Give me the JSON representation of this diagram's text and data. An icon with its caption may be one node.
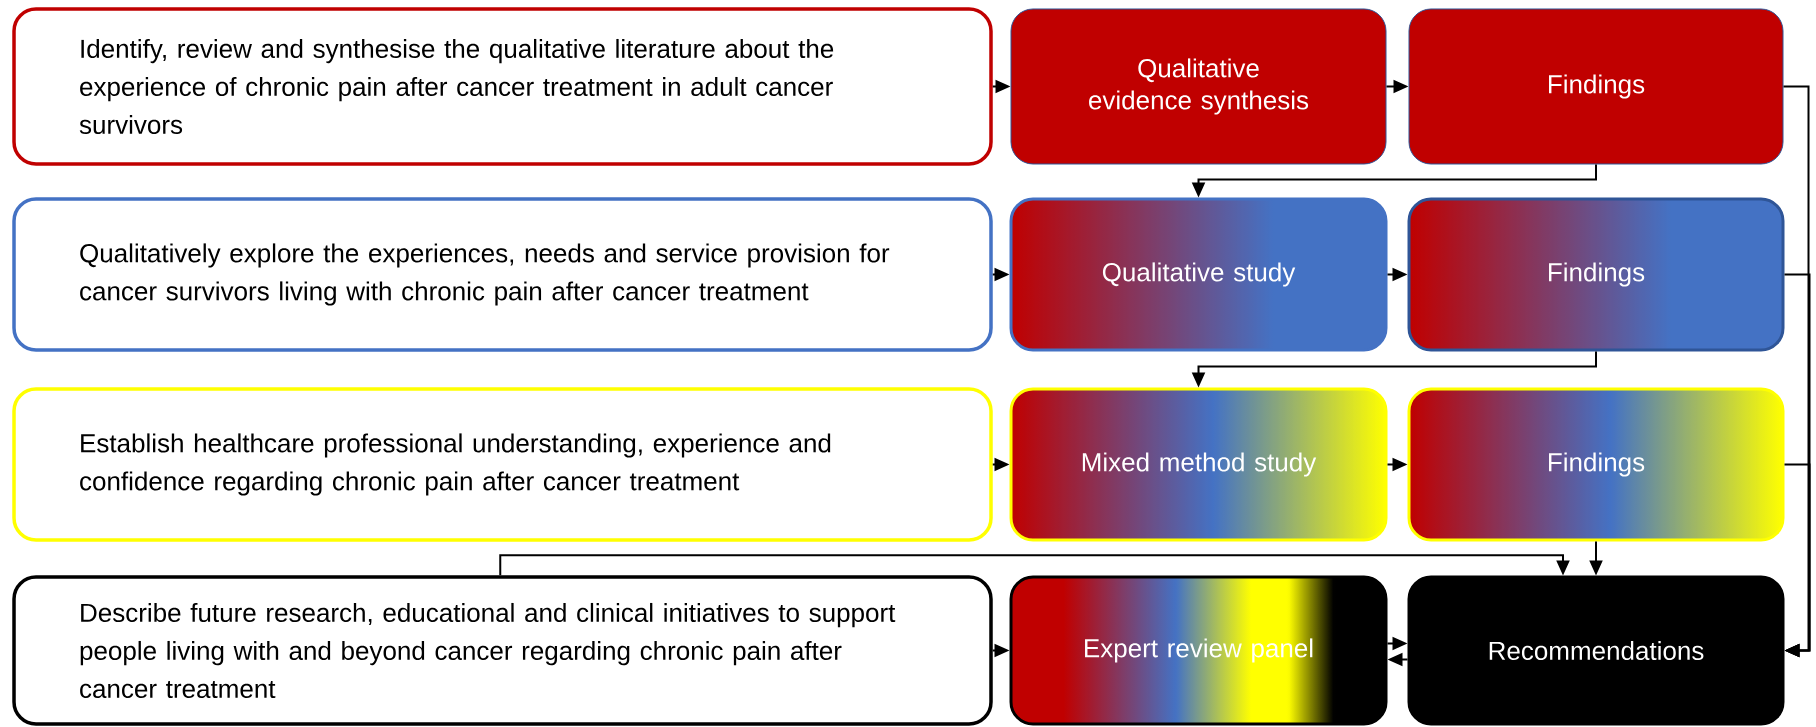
{
  "diagram": {
    "nodes": [
      {
        "text": [
          "Identify, review and synthesise the qualitative literature about the experience of chronic pain after cancer treatment in adult cancer survivors"
        ]
      },
      {
        "text": [
          "Qualitative evidence synthesis"
        ]
      },
      {
        "text": [
          "Findings"
        ]
      },
      {
        "text": [
          "Qualitatively explore the experiences, needs and service provision for cancer survivors living with chronic pain after cancer treatment"
        ]
      },
      {
        "text": [
          "Qualitative study"
        ]
      },
      {
        "text": [
          "Findings"
        ]
      },
      {
        "text": [
          "Establish healthcare professional understanding, experience and confidence regarding chronic pain after cancer treatment"
        ]
      },
      {
        "text": [
          "Mixed method study"
        ]
      },
      {
        "text": [
          "Findings"
        ]
      },
      {
        "text": [
          "Describe future research, educational and clinical initiatives to support people living with and beyond cancer regarding chronic pain after cancer treatment"
        ]
      },
      {
        "text": [
          "Expert review panel"
        ]
      },
      {
        "text": [
          "Recommendations"
        ]
      }
    ],
    "edges": [
      {
        "from": 0,
        "to": 1,
        "arrow": "to"
      },
      {
        "from": 1,
        "to": 2,
        "arrow": "to"
      },
      {
        "from": 2,
        "to": 4,
        "arrow": "to"
      },
      {
        "from": 3,
        "to": 4,
        "arrow": "to"
      },
      {
        "from": 4,
        "to": 5,
        "arrow": "to"
      },
      {
        "from": 5,
        "to": 7,
        "arrow": "to"
      },
      {
        "from": 6,
        "to": 7,
        "arrow": "to"
      },
      {
        "from": 7,
        "to": 8,
        "arrow": "to"
      },
      {
        "from": 8,
        "to": 11,
        "arrow": "to"
      },
      {
        "from": 9,
        "to": 11,
        "arrow": "to"
      },
      {
        "from": 9,
        "to": 10,
        "arrow": "to"
      },
      {
        "from": 10,
        "to": 11,
        "arrow": "to"
      },
      {
        "from": 11,
        "to": 10,
        "arrow": "to"
      },
      {
        "from": 2,
        "to": 11,
        "arrow": "to"
      },
      {
        "from": 5,
        "to": 11,
        "arrow": "to"
      },
      {
        "from": 8,
        "to": 11,
        "arrow": "to"
      }
    ]
  }
}
